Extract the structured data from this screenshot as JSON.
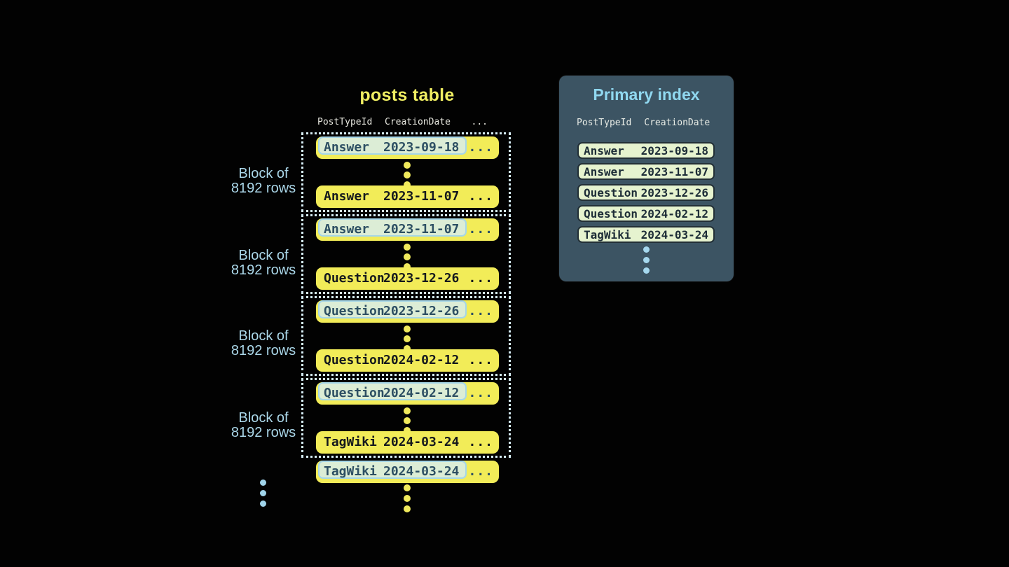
{
  "posts_table": {
    "title": "posts table",
    "columns": [
      "PostTypeId",
      "CreationDate",
      "..."
    ],
    "ellipsis_cell": "...",
    "block_label": {
      "line1": "Block of",
      "line2": "8192 rows"
    },
    "blocks": [
      {
        "first": {
          "type": "Answer",
          "date": "2023-09-18"
        },
        "last": {
          "type": "Answer",
          "date": "2023-11-07"
        }
      },
      {
        "first": {
          "type": "Answer",
          "date": "2023-11-07"
        },
        "last": {
          "type": "Question",
          "date": "2023-12-26"
        }
      },
      {
        "first": {
          "type": "Question",
          "date": "2023-12-26"
        },
        "last": {
          "type": "Question",
          "date": "2024-02-12"
        }
      },
      {
        "first": {
          "type": "Question",
          "date": "2024-02-12"
        },
        "last": {
          "type": "TagWiki",
          "date": "2024-03-24"
        }
      }
    ],
    "tail_row": {
      "type": "TagWiki",
      "date": "2024-03-24"
    }
  },
  "primary_index": {
    "title": "Primary index",
    "columns": [
      "PostTypeId",
      "CreationDate"
    ],
    "rows": [
      {
        "type": "Answer",
        "date": "2023-09-18"
      },
      {
        "type": "Answer",
        "date": "2023-11-07"
      },
      {
        "type": "Question",
        "date": "2023-12-26"
      },
      {
        "type": "Question",
        "date": "2024-02-12"
      },
      {
        "type": "TagWiki",
        "date": "2024-03-24"
      }
    ]
  },
  "colors": {
    "background": "#020202",
    "row_yellow": "#f2ec58",
    "title_yellow": "#f0ee62",
    "highlight_fill": "#dcedd6",
    "highlight_border": "#a5d6e8",
    "dotted_block_border": "#d6edf5",
    "block_label_blue": "#abd7e9",
    "panel_background": "#3c5463",
    "panel_title_blue": "#90d8f0",
    "index_row_fill": "#e6f3cf",
    "index_row_border": "#222f36",
    "dot_blue": "#a5d8ee"
  }
}
